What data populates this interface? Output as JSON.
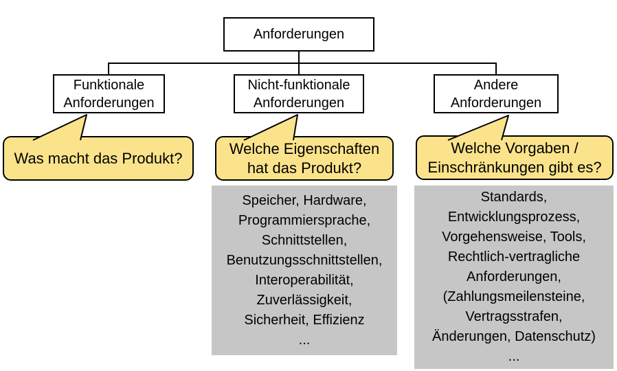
{
  "root_label": "Anforderungen",
  "branches": [
    {
      "title": "Funktionale\nAnforderungen",
      "question": "Was macht das Produkt?",
      "examples": ""
    },
    {
      "title": "Nicht-funktionale\nAnforderungen",
      "question": "Welche Eigenschaften\nhat das Produkt?",
      "examples": "Speicher, Hardware,\nProgrammiersprache,\nSchnittstellen,\nBenutzungsschnittstellen,\nInteroperabilität,\nZuverlässigkeit,\nSicherheit, Effizienz\n..."
    },
    {
      "title": "Andere\nAnforderungen",
      "question": "Welche Vorgaben /\nEinschränkungen gibt es?",
      "examples": "Standards,\nEntwicklungsprozess,\nVorgehensweise, Tools,\nRechtlich-vertragliche\nAnforderungen,\n(Zahlungsmeilensteine,\nVertragsstrafen,\nÄnderungen, Datenschutz)\n..."
    }
  ],
  "colors": {
    "bubble_fill": "#FBE38B",
    "gray_fill": "#C6C6C6",
    "line": "#000000",
    "box_fill": "#FFFFFF"
  }
}
